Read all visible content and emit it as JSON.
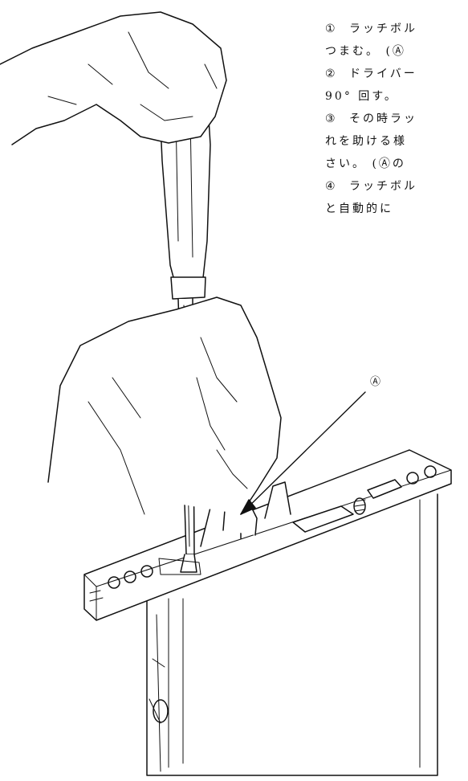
{
  "steps": [
    {
      "num": "①",
      "line1": "ラッチボル",
      "line2": "つまむ。 (Ⓐ"
    },
    {
      "num": "②",
      "line1": "ドライバー",
      "line2": "90° 回す。"
    },
    {
      "num": "③",
      "line1": "その時ラッ",
      "line2": "れを助ける様",
      "line3": "さい。 (Ⓐの"
    },
    {
      "num": "④",
      "line1": "ラッチボル",
      "line2": "と自動的に"
    }
  ],
  "callout_label": "Ⓐ"
}
